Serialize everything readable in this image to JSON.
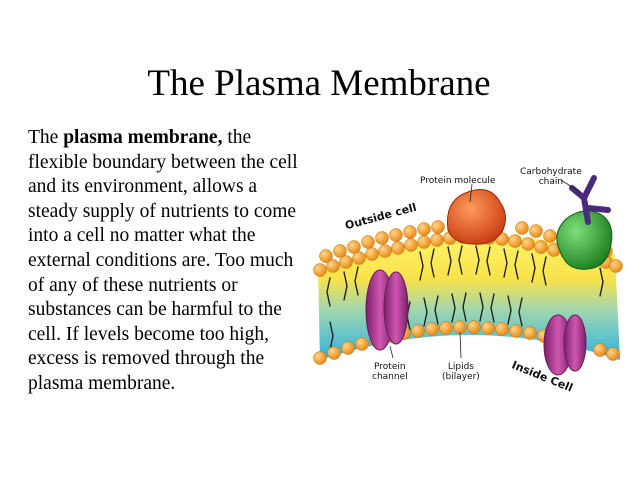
{
  "slide": {
    "title": "The Plasma Membrane",
    "paragraph": {
      "lead": "The ",
      "term": "plasma membrane,",
      "rest": " the flexible boundary between the cell and its environment, allows a steady supply of nutrients to come into a cell no matter what the external conditions are. Too much of any of these nutrients or substances can be harmful to the cell. If levels become too high, excess is removed through the plasma membrane."
    }
  },
  "diagram": {
    "labels": {
      "protein_molecule": "Protein molecule",
      "carbohydrate_1": "Carbohydrate",
      "carbohydrate_2": "chain",
      "outside_cell": "Outside cell",
      "inside_cell": "Inside Cell",
      "protein_channel_1": "Protein",
      "protein_channel_2": "channel",
      "lipids_1": "Lipids",
      "lipids_2": "(bilayer)"
    },
    "colors": {
      "phospholipid_head": "#f39c1f",
      "protein_molecule": "#e8541c",
      "carbohydrate": "#4a2a7a",
      "green_protein": "#2c9a2c",
      "protein_channel": "#b0388f",
      "background_gradient_top": "#ffe94d",
      "background_gradient_bottom": "#2fb1e0"
    }
  }
}
